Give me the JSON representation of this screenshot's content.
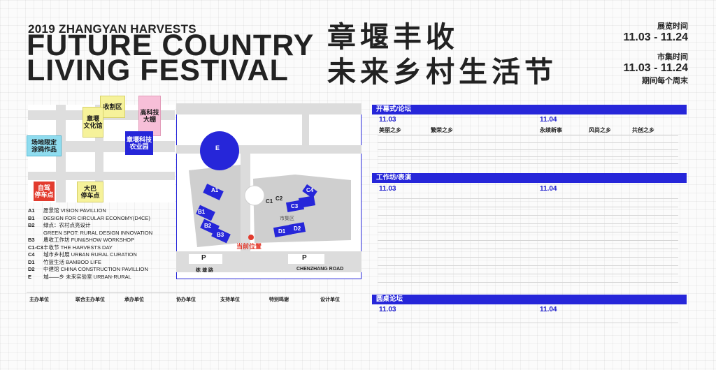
{
  "header": {
    "subtitle": "2019 ZHANGYAN HARVESTS",
    "title": "FUTURE COUNTRY\nLIVING FESTIVAL",
    "cn_title": "章堰丰收\n未来乡村生活节",
    "exhibition_label": "展览时间",
    "exhibition_dates": "11.03 - 11.24",
    "market_label": "市集时间",
    "market_dates": "11.03 - 11.24",
    "market_note": "期间每个周末"
  },
  "map": {
    "zones": {
      "highTech": "高科技\n大棚",
      "cultural": "章堰\n文化馆",
      "harvest": "收割区",
      "painting": "场地限定\n涂鸦作品",
      "tech_park": "章堰科技\n农业园",
      "self_parking": "自驾\n停车点",
      "bus_parking": "大巴\n停车点"
    },
    "pavilions": [
      "E",
      "A1",
      "B1",
      "B2",
      "B3",
      "C1",
      "C2",
      "C3",
      "C4",
      "D1",
      "D2"
    ],
    "labels": {
      "current": "当前位置",
      "road_cn": "练 塘 路",
      "road_en": "CHENZHANG ROAD",
      "market_zone": "市集区",
      "parking": "P"
    }
  },
  "legend": [
    {
      "code": "A1",
      "text": "愿景馆  VISION PAVILLION"
    },
    {
      "code": "B1",
      "text": "DESIGN FOR CIRCULAR ECONOMY(D4CE)"
    },
    {
      "code": "B2",
      "text": "绿点：农村点亮设计"
    },
    {
      "code": "",
      "text": "GREEN SPOT: RURAL DESIGN INNOVATION"
    },
    {
      "code": "B3",
      "text": "農收工作坊 FUN&SHOW WORKSHOP"
    },
    {
      "code": "C1-C3",
      "text": "丰收节  THE HARVESTS DAY"
    },
    {
      "code": "C4",
      "text": "城市乡村展  URBAN RURAL CURATION"
    },
    {
      "code": "D1",
      "text": "竹篮生活  BAMBOO LIFE"
    },
    {
      "code": "D2",
      "text": "中建馆  CHINA CONSTRUCTION PAVILLION"
    },
    {
      "code": "E",
      "text": "城——乡  未来实验室  URBAN-RURAL"
    }
  ],
  "schedule": {
    "opening": {
      "header": "开幕式/论坛",
      "day1": "11.03",
      "day2": "11.04",
      "sections": [
        "美丽之乡",
        "繁荣之乡",
        "永续新事",
        "风尚之乡",
        "共创之乡"
      ]
    },
    "workshop": {
      "header": "工作坊/表演",
      "day1": "11.03",
      "day2": "11.04"
    },
    "roundtable": {
      "header": "圆桌论坛",
      "day1": "11.03",
      "day2": "11.04"
    }
  },
  "sponsors": {
    "headers": [
      "主办单位",
      "联合主办单位",
      "承办单位",
      "协办单位",
      "支持单位",
      "特别鸣谢",
      "设计单位"
    ]
  },
  "colors": {
    "accent_blue": "#2626d9",
    "map_gray": "#d8d8d8",
    "yellow": "#f6f29a",
    "pink": "#f7bfd8",
    "cyan": "#8fdcef",
    "red": "#e23b2e"
  }
}
